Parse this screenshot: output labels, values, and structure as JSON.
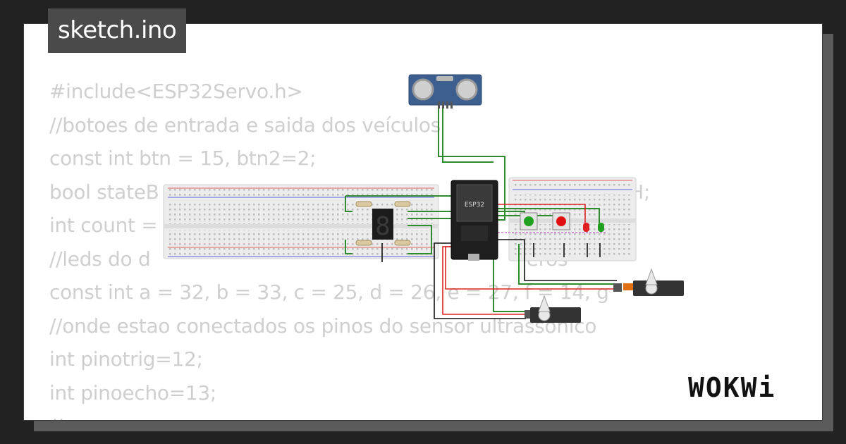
{
  "title": "sketch.ino",
  "code_lines": [
    "#include<ESP32Servo.h>",
    "//botoes de entrada e saida dos veículos",
    "const int btn = 15, btn2=2;",
    "bool stateB                                                                    = HIGH;",
    "int count =",
    "//leds do d                                                              eros",
    "const int a = 32, b = 33, c = 25, d = 26, e = 27, f = 14, g",
    "//onde estao conectados os pinos do sensor ultrassônico",
    "int pinotrig=12;",
    "int pinoecho=13;",
    "//"
  ],
  "board_label": "ESP32",
  "seven_segment_digit": "8",
  "logo_text": "WOKWi",
  "colors": {
    "background": "#222222",
    "card": "#ffffff",
    "code_text": "#cfcfcf",
    "title_bg": "#4a4a4a",
    "wire_green": "#2e8b2e",
    "wire_red": "#e02020",
    "wire_black": "#111111",
    "button_green": "#1fa01f",
    "button_red": "#e01010",
    "sensor_blue": "#3d5f8f"
  }
}
